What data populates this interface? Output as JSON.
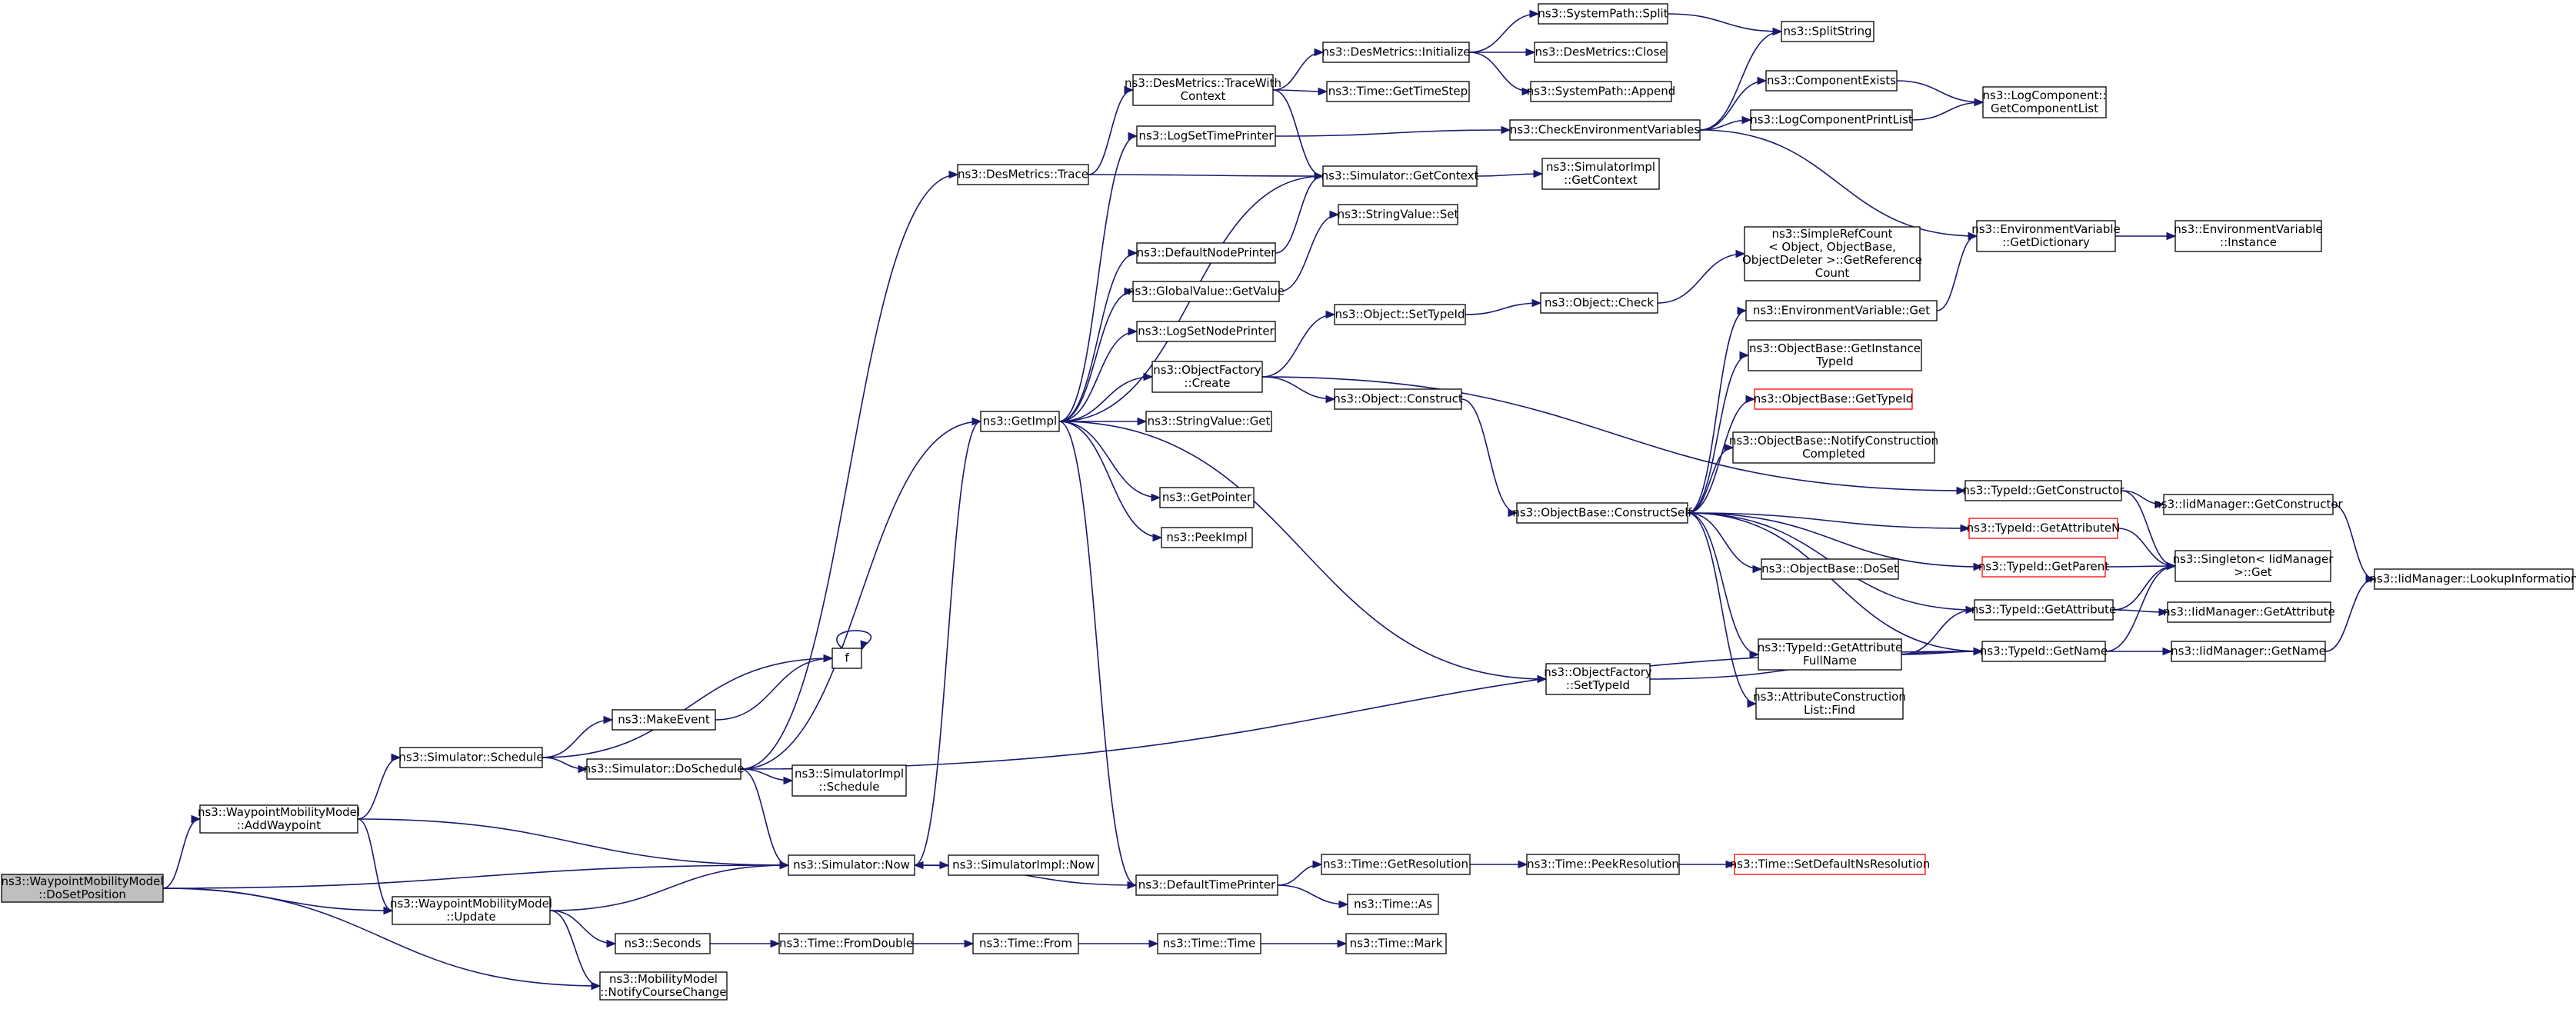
{
  "diagram": {
    "title": "",
    "colors": {
      "edge": "#191970",
      "node_border": "#000000",
      "undocumented_border": "#ff0000",
      "root_fill": "#bfbfbf"
    },
    "nodes": [
      {
        "id": "n_doset",
        "lines": [
          "ns3::WaypointMobilityModel",
          "::DoSetPosition"
        ],
        "style": "root"
      },
      {
        "id": "n_addwp",
        "lines": [
          "ns3::WaypointMobilityModel",
          "::AddWaypoint"
        ]
      },
      {
        "id": "n_update",
        "lines": [
          "ns3::WaypointMobilityModel",
          "::Update"
        ]
      },
      {
        "id": "n_notify",
        "lines": [
          "ns3::MobilityModel",
          "::NotifyCourseChange"
        ]
      },
      {
        "id": "n_schedule",
        "lines": [
          "ns3::Simulator::Schedule"
        ]
      },
      {
        "id": "n_makeevent",
        "lines": [
          "ns3::MakeEvent"
        ]
      },
      {
        "id": "n_f",
        "lines": [
          "f"
        ]
      },
      {
        "id": "n_doschedule",
        "lines": [
          "ns3::Simulator::DoSchedule"
        ]
      },
      {
        "id": "n_simimplsched",
        "lines": [
          "ns3::SimulatorImpl",
          "::Schedule"
        ]
      },
      {
        "id": "n_now",
        "lines": [
          "ns3::Simulator::Now"
        ]
      },
      {
        "id": "n_simimplnow",
        "lines": [
          "ns3::SimulatorImpl::Now"
        ]
      },
      {
        "id": "n_seconds",
        "lines": [
          "ns3::Seconds"
        ]
      },
      {
        "id": "n_fromdouble",
        "lines": [
          "ns3::Time::FromDouble"
        ]
      },
      {
        "id": "n_from",
        "lines": [
          "ns3::Time::From"
        ]
      },
      {
        "id": "n_time",
        "lines": [
          "ns3::Time::Time"
        ]
      },
      {
        "id": "n_mark",
        "lines": [
          "ns3::Time::Mark"
        ]
      },
      {
        "id": "n_destrace",
        "lines": [
          "ns3::DesMetrics::Trace"
        ]
      },
      {
        "id": "n_getimpl",
        "lines": [
          "ns3::GetImpl"
        ]
      },
      {
        "id": "n_destracectx",
        "lines": [
          "ns3::DesMetrics::TraceWith",
          "Context"
        ]
      },
      {
        "id": "n_logtime",
        "lines": [
          "ns3::LogSetTimePrinter"
        ]
      },
      {
        "id": "n_defnode",
        "lines": [
          "ns3::DefaultNodePrinter"
        ]
      },
      {
        "id": "n_gvget",
        "lines": [
          "ns3::GlobalValue::GetValue"
        ]
      },
      {
        "id": "n_lognode",
        "lines": [
          "ns3::LogSetNodePrinter"
        ]
      },
      {
        "id": "n_ofcreate",
        "lines": [
          "ns3::ObjectFactory",
          "::Create"
        ]
      },
      {
        "id": "n_svget",
        "lines": [
          "ns3::StringValue::Get"
        ]
      },
      {
        "id": "n_getptr",
        "lines": [
          "ns3::GetPointer"
        ]
      },
      {
        "id": "n_peekimpl",
        "lines": [
          "ns3::PeekImpl"
        ]
      },
      {
        "id": "n_deftime",
        "lines": [
          "ns3::DefaultTimePrinter"
        ]
      },
      {
        "id": "n_desinit",
        "lines": [
          "ns3::DesMetrics::Initialize"
        ]
      },
      {
        "id": "n_gettimestep",
        "lines": [
          "ns3::Time::GetTimeStep"
        ]
      },
      {
        "id": "n_simgetctx",
        "lines": [
          "ns3::Simulator::GetContext"
        ]
      },
      {
        "id": "n_svset",
        "lines": [
          "ns3::StringValue::Set"
        ]
      },
      {
        "id": "n_objsettid",
        "lines": [
          "ns3::Object::SetTypeId"
        ]
      },
      {
        "id": "n_objconstruct",
        "lines": [
          "ns3::Object::Construct"
        ]
      },
      {
        "id": "n_gettimeres",
        "lines": [
          "ns3::Time::GetResolution"
        ]
      },
      {
        "id": "n_timeas",
        "lines": [
          "ns3::Time::As"
        ]
      },
      {
        "id": "n_syssplit",
        "lines": [
          "ns3::SystemPath::Split"
        ]
      },
      {
        "id": "n_desclose",
        "lines": [
          "ns3::DesMetrics::Close"
        ]
      },
      {
        "id": "n_sysappend",
        "lines": [
          "ns3::SystemPath::Append"
        ]
      },
      {
        "id": "n_checkenv",
        "lines": [
          "ns3::CheckEnvironmentVariables"
        ]
      },
      {
        "id": "n_simimplctx",
        "lines": [
          "ns3::SimulatorImpl",
          "::GetContext"
        ]
      },
      {
        "id": "n_objcheck",
        "lines": [
          "ns3::Object::Check"
        ]
      },
      {
        "id": "n_obconstructself",
        "lines": [
          "ns3::ObjectBase::ConstructSelf"
        ]
      },
      {
        "id": "n_ofsettid",
        "lines": [
          "ns3::ObjectFactory",
          "::SetTypeId"
        ]
      },
      {
        "id": "n_peekres",
        "lines": [
          "ns3::Time::PeekResolution"
        ]
      },
      {
        "id": "n_splitstring",
        "lines": [
          "ns3::SplitString"
        ]
      },
      {
        "id": "n_compexists",
        "lines": [
          "ns3::ComponentExists"
        ]
      },
      {
        "id": "n_logcompprint",
        "lines": [
          "ns3::LogComponentPrintList"
        ]
      },
      {
        "id": "n_simplerefcount",
        "lines": [
          "ns3::SimpleRefCount",
          "< Object, ObjectBase,",
          "ObjectDeleter >::GetReference",
          "Count"
        ]
      },
      {
        "id": "n_envget",
        "lines": [
          "ns3::EnvironmentVariable::Get"
        ]
      },
      {
        "id": "n_obgetinst",
        "lines": [
          "ns3::ObjectBase::GetInstance",
          "TypeId"
        ]
      },
      {
        "id": "n_obgettid",
        "lines": [
          "ns3::ObjectBase::GetTypeId"
        ],
        "style": "red"
      },
      {
        "id": "n_obnotify",
        "lines": [
          "ns3::ObjectBase::NotifyConstruction",
          "Completed"
        ]
      },
      {
        "id": "n_obdoset",
        "lines": [
          "ns3::ObjectBase::DoSet"
        ]
      },
      {
        "id": "n_tidgetattrfull",
        "lines": [
          "ns3::TypeId::GetAttribute",
          "FullName"
        ]
      },
      {
        "id": "n_attrfind",
        "lines": [
          "ns3::AttributeConstruction",
          "List::Find"
        ]
      },
      {
        "id": "n_setdefres",
        "lines": [
          "ns3::Time::SetDefaultNsResolution"
        ],
        "style": "red"
      },
      {
        "id": "n_logcompget",
        "lines": [
          "ns3::LogComponent::",
          "GetComponentList"
        ]
      },
      {
        "id": "n_envdict",
        "lines": [
          "ns3::EnvironmentVariable",
          "::GetDictionary"
        ]
      },
      {
        "id": "n_envinst",
        "lines": [
          "ns3::EnvironmentVariable",
          "::Instance"
        ]
      },
      {
        "id": "n_tidgetctor",
        "lines": [
          "ns3::TypeId::GetConstructor"
        ]
      },
      {
        "id": "n_tidgetattrn",
        "lines": [
          "ns3::TypeId::GetAttributeN"
        ],
        "style": "red"
      },
      {
        "id": "n_tidgetparent",
        "lines": [
          "ns3::TypeId::GetParent"
        ],
        "style": "red"
      },
      {
        "id": "n_tidgetattr",
        "lines": [
          "ns3::TypeId::GetAttribute"
        ]
      },
      {
        "id": "n_tidgetname",
        "lines": [
          "ns3::TypeId::GetName"
        ]
      },
      {
        "id": "n_iidgetctor",
        "lines": [
          "ns3::IidManager::GetConstructor"
        ]
      },
      {
        "id": "n_singleton",
        "lines": [
          "ns3::Singleton< IidManager",
          ">::Get"
        ]
      },
      {
        "id": "n_iidgetattr",
        "lines": [
          "ns3::IidManager::GetAttribute"
        ]
      },
      {
        "id": "n_iidgetname",
        "lines": [
          "ns3::IidManager::GetName"
        ]
      },
      {
        "id": "n_iidlookup",
        "lines": [
          "ns3::IidManager::LookupInformation"
        ]
      }
    ],
    "edges": [
      [
        "n_doset",
        "n_addwp"
      ],
      [
        "n_doset",
        "n_now"
      ],
      [
        "n_doset",
        "n_update"
      ],
      [
        "n_doset",
        "n_notify"
      ],
      [
        "n_addwp",
        "n_schedule"
      ],
      [
        "n_addwp",
        "n_now"
      ],
      [
        "n_addwp",
        "n_update"
      ],
      [
        "n_update",
        "n_now"
      ],
      [
        "n_update",
        "n_seconds"
      ],
      [
        "n_update",
        "n_notify"
      ],
      [
        "n_schedule",
        "n_f"
      ],
      [
        "n_schedule",
        "n_makeevent"
      ],
      [
        "n_schedule",
        "n_doschedule"
      ],
      [
        "n_makeevent",
        "n_f"
      ],
      [
        "n_f",
        "n_f"
      ],
      [
        "n_doschedule",
        "n_destrace"
      ],
      [
        "n_doschedule",
        "n_getimpl"
      ],
      [
        "n_doschedule",
        "n_simimplsched"
      ],
      [
        "n_doschedule",
        "n_now"
      ],
      [
        "n_doschedule",
        "n_tidgetname"
      ],
      [
        "n_now",
        "n_getimpl"
      ],
      [
        "n_now",
        "n_simimplnow"
      ],
      [
        "n_seconds",
        "n_fromdouble"
      ],
      [
        "n_fromdouble",
        "n_from"
      ],
      [
        "n_from",
        "n_time"
      ],
      [
        "n_time",
        "n_mark"
      ],
      [
        "n_destrace",
        "n_destracectx"
      ],
      [
        "n_destrace",
        "n_simgetctx"
      ],
      [
        "n_destracectx",
        "n_desinit"
      ],
      [
        "n_destracectx",
        "n_gettimestep"
      ],
      [
        "n_destracectx",
        "n_simgetctx"
      ],
      [
        "n_desinit",
        "n_syssplit"
      ],
      [
        "n_desinit",
        "n_desclose"
      ],
      [
        "n_desinit",
        "n_sysappend"
      ],
      [
        "n_syssplit",
        "n_splitstring"
      ],
      [
        "n_getimpl",
        "n_logtime"
      ],
      [
        "n_getimpl",
        "n_simgetctx"
      ],
      [
        "n_getimpl",
        "n_defnode"
      ],
      [
        "n_getimpl",
        "n_gvget"
      ],
      [
        "n_getimpl",
        "n_lognode"
      ],
      [
        "n_getimpl",
        "n_ofcreate"
      ],
      [
        "n_getimpl",
        "n_svget"
      ],
      [
        "n_getimpl",
        "n_getptr"
      ],
      [
        "n_getimpl",
        "n_peekimpl"
      ],
      [
        "n_getimpl",
        "n_deftime"
      ],
      [
        "n_getimpl",
        "n_ofsettid"
      ],
      [
        "n_logtime",
        "n_checkenv"
      ],
      [
        "n_checkenv",
        "n_splitstring"
      ],
      [
        "n_checkenv",
        "n_compexists"
      ],
      [
        "n_checkenv",
        "n_logcompprint"
      ],
      [
        "n_checkenv",
        "n_envdict"
      ],
      [
        "n_compexists",
        "n_logcompget"
      ],
      [
        "n_logcompprint",
        "n_logcompget"
      ],
      [
        "n_simgetctx",
        "n_simimplctx"
      ],
      [
        "n_defnode",
        "n_simgetctx"
      ],
      [
        "n_gvget",
        "n_svset"
      ],
      [
        "n_ofcreate",
        "n_objsettid"
      ],
      [
        "n_ofcreate",
        "n_objconstruct"
      ],
      [
        "n_ofcreate",
        "n_tidgetctor"
      ],
      [
        "n_objsettid",
        "n_objcheck"
      ],
      [
        "n_objcheck",
        "n_simplerefcount"
      ],
      [
        "n_objconstruct",
        "n_obconstructself"
      ],
      [
        "n_obconstructself",
        "n_envget"
      ],
      [
        "n_obconstructself",
        "n_obgetinst"
      ],
      [
        "n_obconstructself",
        "n_obgettid"
      ],
      [
        "n_obconstructself",
        "n_obnotify"
      ],
      [
        "n_obconstructself",
        "n_obdoset"
      ],
      [
        "n_obconstructself",
        "n_tidgetattrfull"
      ],
      [
        "n_obconstructself",
        "n_attrfind"
      ],
      [
        "n_obconstructself",
        "n_tidgetattrn"
      ],
      [
        "n_obconstructself",
        "n_tidgetparent"
      ],
      [
        "n_obconstructself",
        "n_tidgetattr"
      ],
      [
        "n_obconstructself",
        "n_tidgetname"
      ],
      [
        "n_envget",
        "n_envdict"
      ],
      [
        "n_envdict",
        "n_envinst"
      ],
      [
        "n_tidgetattrfull",
        "n_tidgetattr"
      ],
      [
        "n_tidgetattrfull",
        "n_tidgetname"
      ],
      [
        "n_tidgetctor",
        "n_iidgetctor"
      ],
      [
        "n_tidgetctor",
        "n_singleton"
      ],
      [
        "n_tidgetattrn",
        "n_singleton"
      ],
      [
        "n_tidgetparent",
        "n_singleton"
      ],
      [
        "n_tidgetattr",
        "n_singleton"
      ],
      [
        "n_tidgetattr",
        "n_iidgetattr"
      ],
      [
        "n_tidgetname",
        "n_singleton"
      ],
      [
        "n_tidgetname",
        "n_iidgetname"
      ],
      [
        "n_iidgetctor",
        "n_iidlookup"
      ],
      [
        "n_iidgetname",
        "n_iidlookup"
      ],
      [
        "n_ofsettid",
        "n_tidgetname"
      ],
      [
        "n_deftime",
        "n_now"
      ],
      [
        "n_deftime",
        "n_gettimeres"
      ],
      [
        "n_deftime",
        "n_timeas"
      ],
      [
        "n_gettimeres",
        "n_peekres"
      ],
      [
        "n_peekres",
        "n_setdefres"
      ]
    ]
  }
}
